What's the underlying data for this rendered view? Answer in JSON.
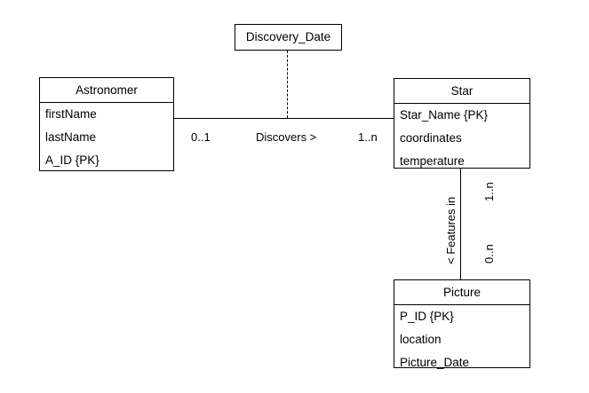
{
  "diagram": {
    "type": "uml-class-diagram",
    "background_color": "#ffffff",
    "line_color": "#000000",
    "entities": [
      {
        "name": "Astronomer",
        "attributes": [
          "firstName",
          "lastName",
          "A_ID {PK}"
        ]
      },
      {
        "name": "Star",
        "attributes": [
          "Star_Name {PK}",
          "coordinates",
          "temperature"
        ]
      },
      {
        "name": "Picture",
        "attributes": [
          "P_ID {PK}",
          "location",
          "Picture_Date"
        ]
      }
    ],
    "association_class": {
      "name": "Discovery_Date"
    },
    "relationships": [
      {
        "name": "Discovers >",
        "source_cardinality": "0..1",
        "target_cardinality": "1..n"
      },
      {
        "name": "< Features in",
        "source_cardinality": "1..n",
        "target_cardinality": "0..n"
      }
    ]
  }
}
